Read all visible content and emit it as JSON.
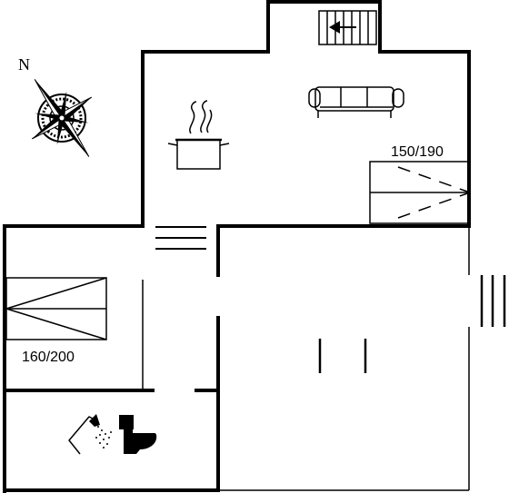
{
  "compass": {
    "north_label": "N"
  },
  "beds": {
    "living_room_bed_label": "150/190",
    "bedroom_bed_label": "160/200"
  }
}
